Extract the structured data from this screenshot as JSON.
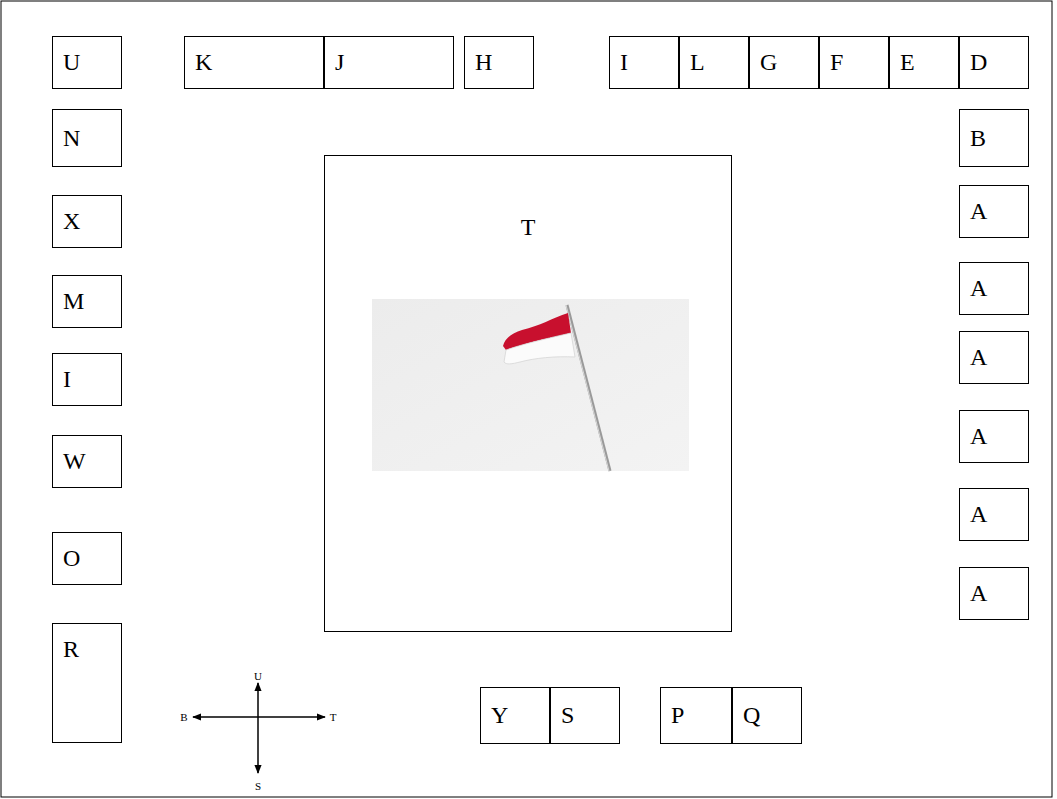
{
  "diagram": {
    "nodes": [
      {
        "text": [
          "U"
        ]
      },
      {
        "text": [
          "K"
        ]
      },
      {
        "text": [
          "J"
        ]
      },
      {
        "text": [
          "H"
        ]
      },
      {
        "text": [
          "I"
        ]
      },
      {
        "text": [
          "L"
        ]
      },
      {
        "text": [
          "G"
        ]
      },
      {
        "text": [
          "F"
        ]
      },
      {
        "text": [
          "E"
        ]
      },
      {
        "text": [
          "D"
        ]
      },
      {
        "text": [
          "N"
        ]
      },
      {
        "text": [
          "X"
        ]
      },
      {
        "text": [
          "M"
        ]
      },
      {
        "text": [
          "I"
        ]
      },
      {
        "text": [
          "W"
        ]
      },
      {
        "text": [
          "O"
        ]
      },
      {
        "text": [
          "R"
        ]
      },
      {
        "text": [
          "T"
        ]
      },
      {
        "text": [
          "B"
        ]
      },
      {
        "text": [
          "A"
        ]
      },
      {
        "text": [
          "A"
        ]
      },
      {
        "text": [
          "A"
        ]
      },
      {
        "text": [
          "A"
        ]
      },
      {
        "text": [
          "A"
        ]
      },
      {
        "text": [
          "A"
        ]
      },
      {
        "text": [
          "Y"
        ]
      },
      {
        "text": [
          "S"
        ]
      },
      {
        "text": [
          "P"
        ]
      },
      {
        "text": [
          "Q"
        ]
      }
    ],
    "labels": [
      "U",
      "B",
      "T",
      "S"
    ]
  }
}
